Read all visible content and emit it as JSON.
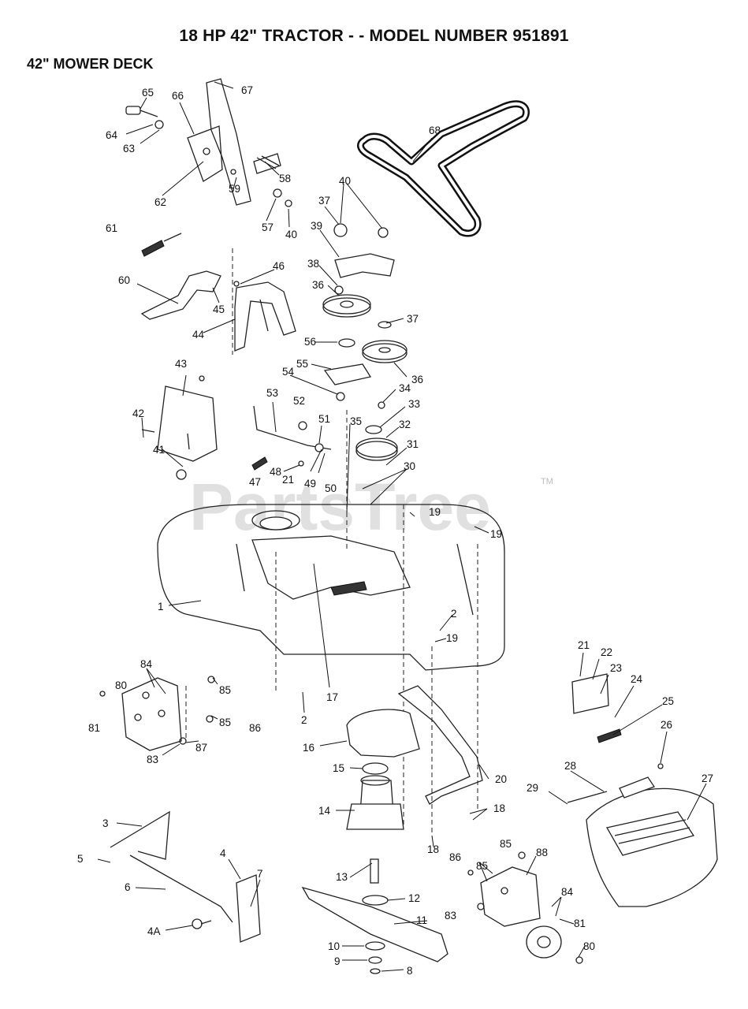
{
  "header": {
    "title": "18 HP 42\" TRACTOR - - MODEL NUMBER 951891",
    "section": "42\" MOWER DECK"
  },
  "watermark": {
    "text": "PartsTree",
    "trademark": "TM"
  },
  "labels": [
    "1",
    "2",
    "2",
    "3",
    "4",
    "4A",
    "5",
    "6",
    "7",
    "8",
    "9",
    "10",
    "11",
    "12",
    "13",
    "14",
    "15",
    "16",
    "17",
    "18",
    "18",
    "19",
    "19",
    "19",
    "20",
    "21",
    "21",
    "22",
    "23",
    "24",
    "25",
    "26",
    "27",
    "28",
    "29",
    "30",
    "31",
    "32",
    "33",
    "34",
    "35",
    "36",
    "36",
    "37",
    "37",
    "38",
    "39",
    "40",
    "40",
    "41",
    "42",
    "43",
    "44",
    "45",
    "46",
    "47",
    "48",
    "49",
    "50",
    "51",
    "52",
    "53",
    "54",
    "55",
    "56",
    "57",
    "58",
    "59",
    "60",
    "61",
    "62",
    "63",
    "64",
    "65",
    "66",
    "67",
    "68",
    "80",
    "80",
    "81",
    "81",
    "83",
    "83",
    "84",
    "84",
    "85",
    "85",
    "85",
    "85",
    "86",
    "86",
    "87",
    "88"
  ]
}
